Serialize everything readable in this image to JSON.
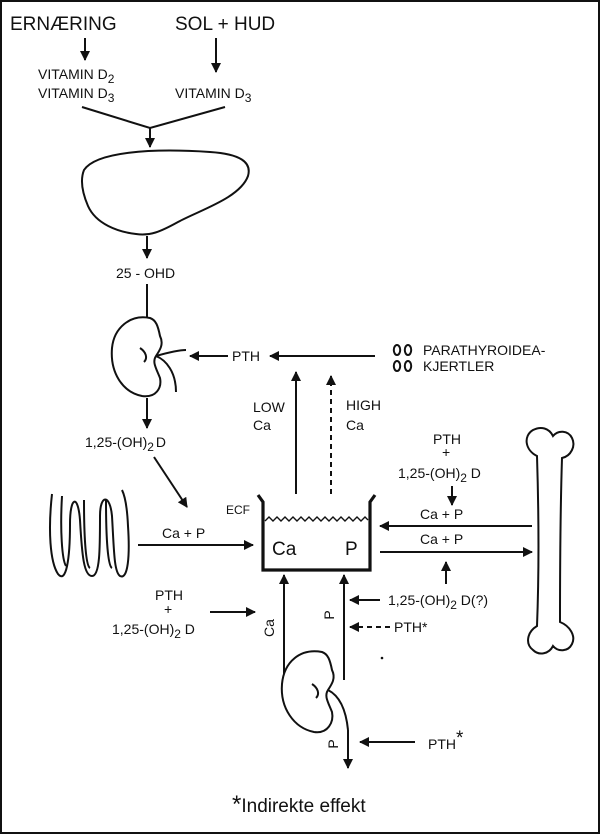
{
  "sources": {
    "diet": "ERNÆRING",
    "sun_skin": "SOL + HUD",
    "vitamin_d2": "VITAMIN D",
    "vitamin_d2_sub": "2",
    "vitamin_d3": "VITAMIN D",
    "vitamin_d3_sub": "3",
    "vitamin_d3_sun": "VITAMIN D",
    "vitamin_d3_sun_sub": "3"
  },
  "liver": {
    "product": "25 - OHD"
  },
  "kidney": {
    "product_prefix": "1,25-(OH)",
    "product_sub": "2",
    "product_suffix": "D"
  },
  "parathyroid": {
    "hormone": "PTH",
    "glands_line1": "PARATHYROIDEA-",
    "glands_line2": "KJERTLER",
    "low_line1": "LOW",
    "low_line2": "Ca",
    "high_line1": "HIGH",
    "high_line2": "Ca"
  },
  "ecf": {
    "label": "ECF",
    "ca": "Ca",
    "p": "P"
  },
  "intestine": {
    "flow": "Ca + P"
  },
  "bone": {
    "pth": "PTH",
    "plus": "+",
    "d_prefix": "1,25-(OH)",
    "d_sub": "2",
    "d_suffix": " D",
    "flow_in": "Ca + P",
    "flow_out": "Ca + P"
  },
  "left_input": {
    "pth": "PTH",
    "plus": "+",
    "d_prefix": "1,25-(OH)",
    "d_sub": "2",
    "d_suffix": " D",
    "ca": "Ca"
  },
  "lower_kidney": {
    "p_up": "P",
    "p_down": "P",
    "d_prefix": "1,25-(OH)",
    "d_sub": "2",
    "d_suffix": " D(?)",
    "pth_star": "PTH*",
    "pth": "PTH",
    "star": "*"
  },
  "footnote": {
    "star": "*",
    "text": "Indirekte effekt"
  }
}
